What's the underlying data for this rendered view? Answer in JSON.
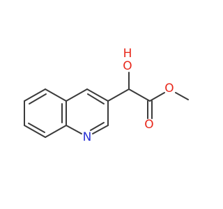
{
  "molecule": {
    "atoms": {
      "hydroxyl_oxygen": "O",
      "hydroxyl_hydrogen": "H",
      "carbonyl_oxygen": "O",
      "ester_oxygen": "O",
      "ring_nitrogen": "N"
    },
    "colors": {
      "bond": "#3a3a3a",
      "oxygen": "#e8291c",
      "nitrogen": "#2a33d6",
      "background": "#ffffff"
    }
  }
}
